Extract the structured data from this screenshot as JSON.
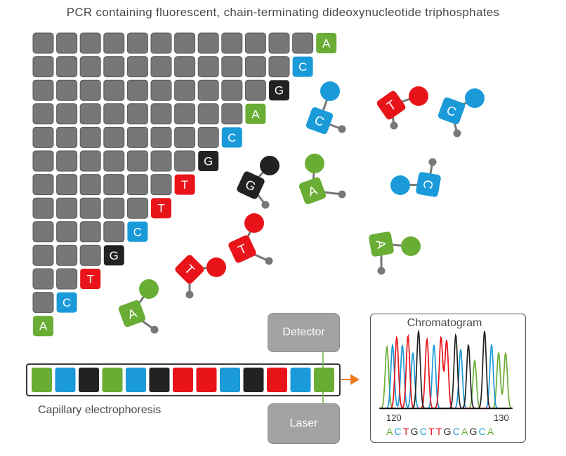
{
  "title": "PCR containing fluorescent, chain-terminating dideoxynucleotide triphosphates",
  "colors": {
    "A": "#6aad35",
    "C": "#1a9ad9",
    "G": "#222222",
    "T": "#e8141a",
    "gray": "#777777",
    "arrow": "#ee7b1a"
  },
  "staircase_terminal_bases": [
    "A",
    "C",
    "G",
    "A",
    "C",
    "G",
    "T",
    "T",
    "C",
    "G",
    "T",
    "C",
    "A"
  ],
  "free_nucleotides": [
    "C",
    "T",
    "C",
    "G",
    "A",
    "C",
    "T",
    "T",
    "A",
    "A"
  ],
  "capillary": {
    "label": "Capillary electrophoresis",
    "bands": [
      "A",
      "C",
      "G",
      "A",
      "C",
      "G",
      "T",
      "T",
      "C",
      "G",
      "T",
      "C",
      "A"
    ]
  },
  "detector_label": "Detector",
  "laser_label": "Laser",
  "chromatogram": {
    "title": "Chromatogram",
    "ticks": [
      "120",
      "130"
    ],
    "sequence": [
      "A",
      "C",
      "T",
      "G",
      "C",
      "T",
      "T",
      "G",
      "C",
      "A",
      "G",
      "C",
      "A"
    ]
  }
}
